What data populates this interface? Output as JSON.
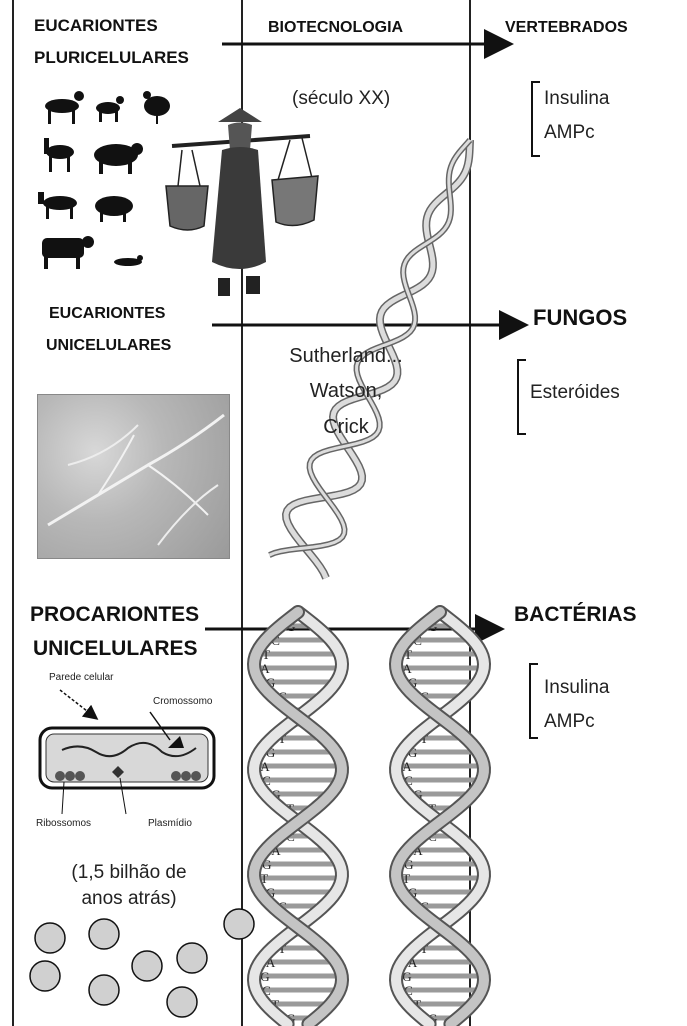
{
  "columns": {
    "left_top_label_line1": "EUCARIONTES",
    "left_top_label_line2": "PLURICELULARES",
    "middle_label": "BIOTECNOLOGIA",
    "right_label": "VERTEBRADOS"
  },
  "era_modern": "(século XX)",
  "vertebrados_products": [
    "Insulina",
    "AMPc"
  ],
  "eucariontes_unicelulares_line1": "EUCARIONTES",
  "eucariontes_unicelulares_line2": "UNICELULARES",
  "fungos_label": "FUNGOS",
  "scientists": [
    "Sutherland...",
    "Watson,",
    "Crick"
  ],
  "fungos_products": [
    "Esteróides"
  ],
  "procariontes_line1": "PROCARIONTES",
  "procariontes_line2": "UNICELULARES",
  "bacterias_label": "BACTÉRIAS",
  "bacterias_products": [
    "Insulina",
    "AMPc"
  ],
  "cell_labels": {
    "wall": "Parede celular",
    "chromosome": "Cromossomo",
    "ribosomes": "Ribossomos",
    "plasmid": "Plasmídio"
  },
  "era_ancient_line1": "(1,5 bilhão de",
  "era_ancient_line2": "anos atrás)",
  "dna_base_letters": [
    "G",
    "C",
    "T",
    "A",
    "G",
    "C",
    "T",
    "G",
    "A",
    "C",
    "G",
    "T",
    "C",
    "A",
    "G",
    "T"
  ],
  "colors": {
    "ink": "#111111",
    "dna_light": "#e6e6e6",
    "dna_mid": "#b9b9b9",
    "dna_dark": "#6e6e6e"
  }
}
